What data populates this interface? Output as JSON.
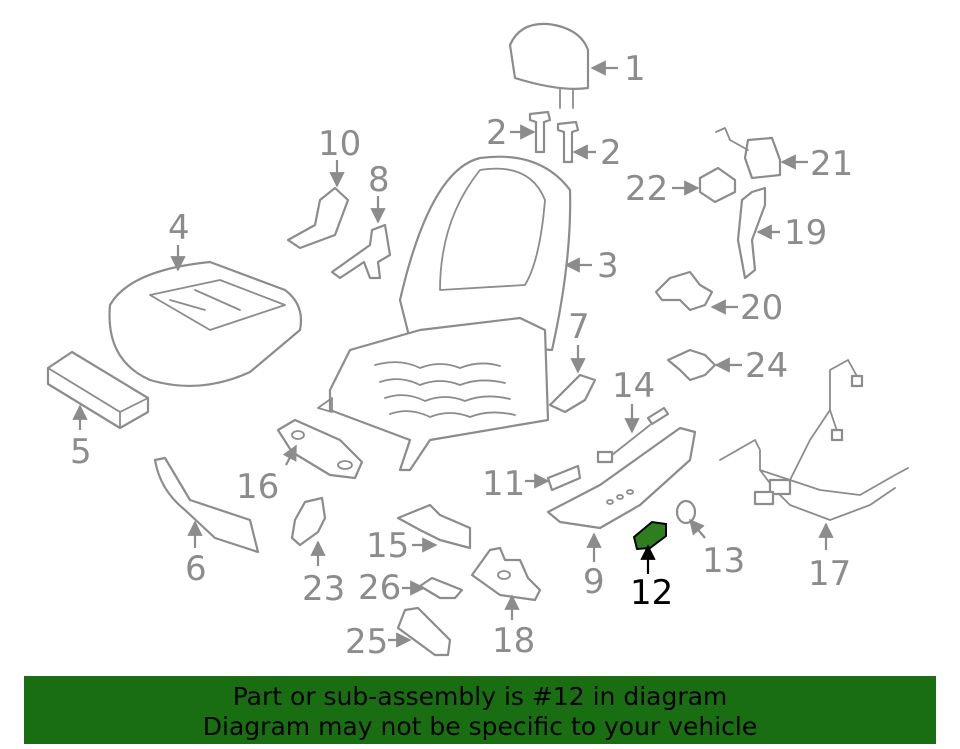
{
  "diagram": {
    "callouts": [
      "1",
      "2",
      "2",
      "3",
      "4",
      "5",
      "6",
      "7",
      "8",
      "9",
      "10",
      "11",
      "12",
      "13",
      "14",
      "15",
      "16",
      "17",
      "18",
      "19",
      "20",
      "21",
      "22",
      "23",
      "24",
      "25",
      "26"
    ],
    "highlighted_part": "12",
    "colors": {
      "line": "#8c8c8c",
      "highlight_fill": "#2e7d1e",
      "highlight_label": "#000000",
      "banner_bg": "#1a6e12"
    }
  },
  "banner": {
    "line1": "Part or sub-assembly is #12 in diagram",
    "line2": "Diagram may not be specific to your vehicle"
  }
}
